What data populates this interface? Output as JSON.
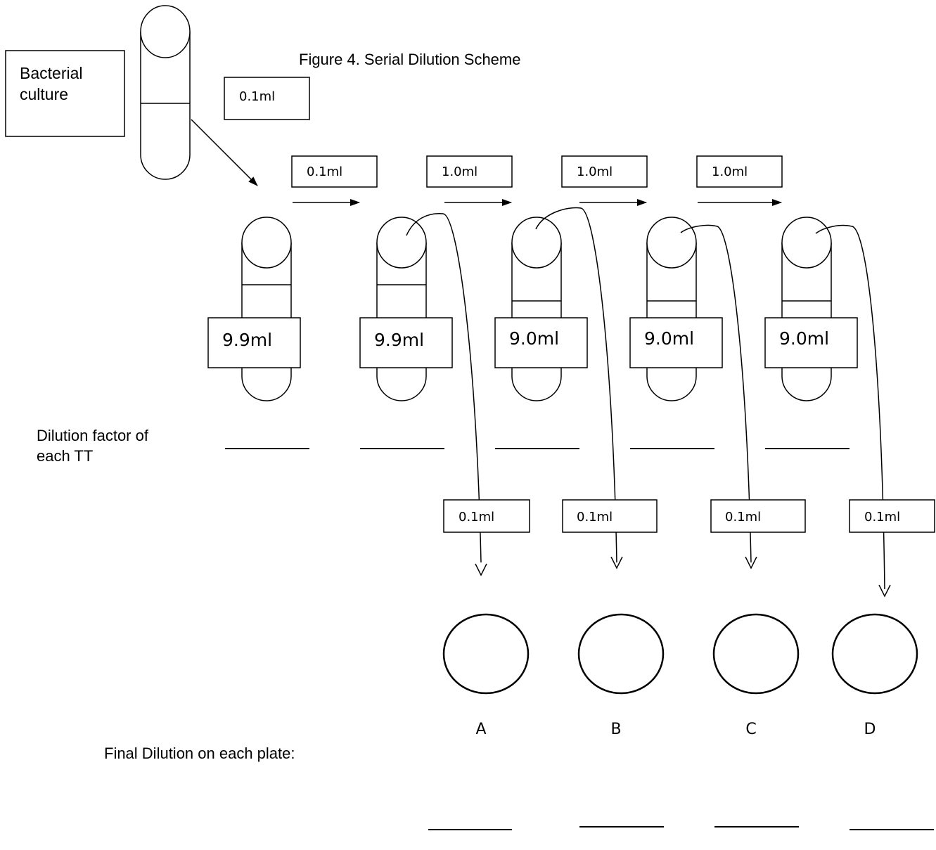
{
  "title": "Figure 4.  Serial Dilution Scheme",
  "source": {
    "label_line1": "Bacterial",
    "label_line2": "culture",
    "volume": "0.1ml"
  },
  "transfers": [
    "0.1ml",
    "1.0ml",
    "1.0ml",
    "1.0ml"
  ],
  "tubes": [
    {
      "volume": "9.9ml"
    },
    {
      "volume": "9.9ml"
    },
    {
      "volume": "9.0ml"
    },
    {
      "volume": "9.0ml"
    },
    {
      "volume": "9.0ml"
    }
  ],
  "dilution_factor": {
    "label_line1": "Dilution factor of",
    "label_line2": "each TT"
  },
  "plate_transfers": [
    "0.1ml",
    "0.1ml",
    "0.1ml",
    "0.1ml"
  ],
  "plates": [
    "A",
    "B",
    "C",
    "D"
  ],
  "final_dilution_label": "Final Dilution on each plate:"
}
